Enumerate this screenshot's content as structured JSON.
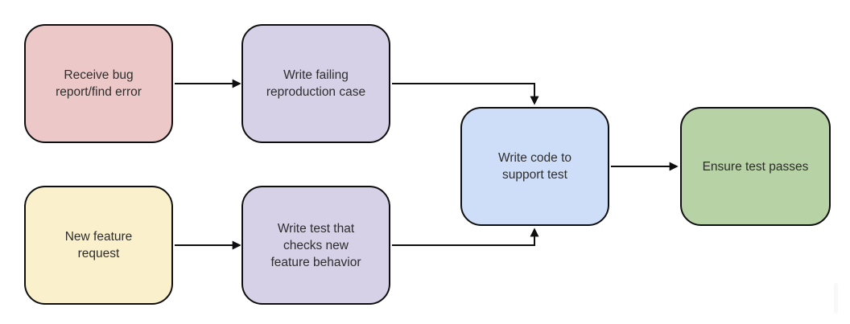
{
  "diagram": {
    "stroke": "#0f0f0f",
    "text_color": "#2d2d2d",
    "background": "#ffffff",
    "nodes": [
      {
        "id": "receive-bug",
        "label": "Receive bug\nreport/find error",
        "fill": "#ecc9c8"
      },
      {
        "id": "write-failing-repro",
        "label": "Write failing\nreproduction case",
        "fill": "#d6d1e7"
      },
      {
        "id": "new-feature-request",
        "label": "New feature\nrequest",
        "fill": "#faf0cc"
      },
      {
        "id": "write-test-checks",
        "label": "Write test that\nchecks new\nfeature behavior",
        "fill": "#d6d1e7"
      },
      {
        "id": "write-code-support",
        "label": "Write code to\nsupport test",
        "fill": "#cfdef8"
      },
      {
        "id": "ensure-test-passes",
        "label": "Ensure test passes",
        "fill": "#b7d2a4"
      }
    ],
    "edges": [
      {
        "from": "receive-bug",
        "to": "write-failing-repro"
      },
      {
        "from": "write-failing-repro",
        "to": "write-code-support"
      },
      {
        "from": "new-feature-request",
        "to": "write-test-checks"
      },
      {
        "from": "write-test-checks",
        "to": "write-code-support"
      },
      {
        "from": "write-code-support",
        "to": "ensure-test-passes"
      }
    ]
  }
}
